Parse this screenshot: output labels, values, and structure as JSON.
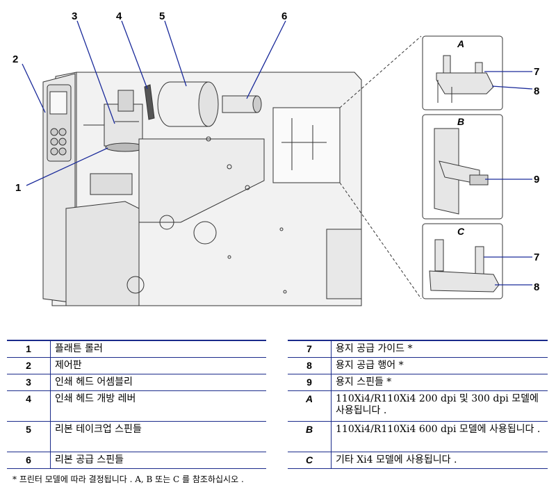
{
  "callouts": {
    "c1": "1",
    "c2": "2",
    "c3": "3",
    "c4": "4",
    "c5": "5",
    "c6": "6",
    "inset_a": "A",
    "inset_b": "B",
    "inset_c": "C",
    "a7": "7",
    "a8": "8",
    "b9": "9",
    "c7": "7",
    "c8": "8"
  },
  "legend_left": [
    {
      "key": "1",
      "text": "플래튼 롤러"
    },
    {
      "key": "2",
      "text": "제어판"
    },
    {
      "key": "3",
      "text": "인쇄 헤드 어셈블리"
    },
    {
      "key": "4",
      "text": "인쇄 헤드 개방 레버"
    },
    {
      "key": "5",
      "text": "리본 테이크업 스핀들"
    },
    {
      "key": "6",
      "text": "리본 공급 스핀들"
    }
  ],
  "legend_right": [
    {
      "key": "7",
      "text": "용지 공급 가이드 *"
    },
    {
      "key": "8",
      "text": "용지 공급 행어 *"
    },
    {
      "key": "9",
      "text": "용지 스핀들 *"
    },
    {
      "key": "A",
      "text": "110Xi4/R110Xi4 200 dpi 및 300 dpi 모델에 사용됩니다 ."
    },
    {
      "key": "B",
      "text": "110Xi4/R110Xi4 600 dpi 모델에 사용됩니다 ."
    },
    {
      "key": "C",
      "text": "기타 Xi4 모델에 사용됩니다 ."
    }
  ],
  "footnote": "*  프린터 모델에 따라 결정됩니다 . A, B 또는 C 를 참조하십시오 ."
}
